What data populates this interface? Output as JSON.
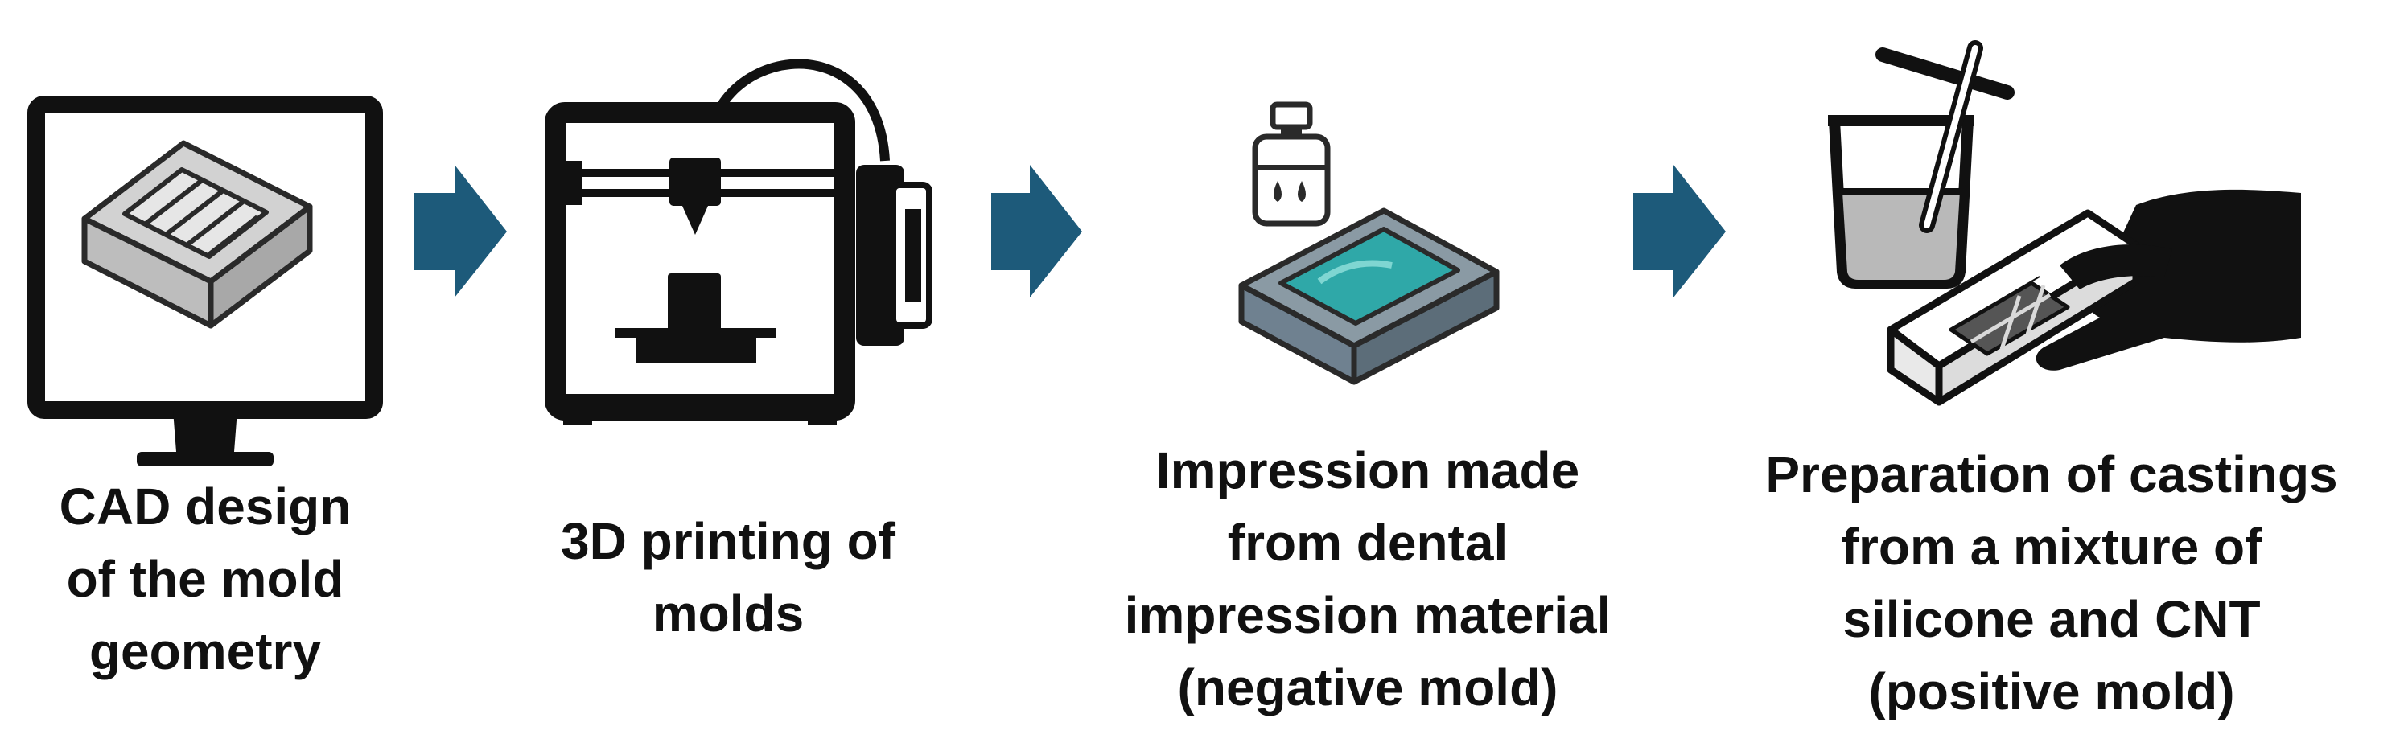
{
  "colors": {
    "arrow": "#1d5a7a",
    "ink": "#111111",
    "mold_gray": "#d2d2d2",
    "teal": "#2fa8a8",
    "slate": "#8a9aa4",
    "liquid": "#b9b9b9"
  },
  "steps": [
    {
      "icon": "monitor-icon",
      "lines": [
        "CAD design",
        "of the mold",
        "geometry"
      ]
    },
    {
      "icon": "3d-printer-icon",
      "lines": [
        "3D printing of",
        "molds"
      ]
    },
    {
      "icon": "impression-tray-icon",
      "lines": [
        "Impression made",
        "from dental",
        "impression material",
        "(negative mold)"
      ]
    },
    {
      "icon": "casting-icon",
      "lines": [
        "Preparation of castings",
        "from a mixture of",
        "silicone and CNT",
        "(positive mold)"
      ]
    }
  ],
  "arrows": [
    "right-arrow-icon",
    "right-arrow-icon",
    "right-arrow-icon"
  ]
}
